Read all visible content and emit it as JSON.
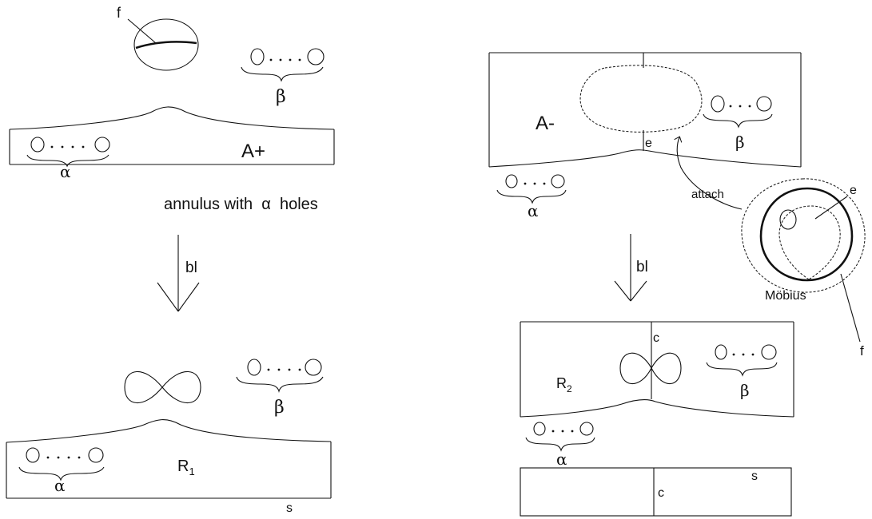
{
  "labels": {
    "f_top": "f",
    "beta": "β",
    "alpha": "α",
    "A_plus": "A+",
    "annulus_caption": "annulus with  α  holes",
    "bl": "bl",
    "R1_base": "R",
    "R1_sub": "1",
    "s": "s",
    "A_minus": "A-",
    "e": "e",
    "attach": "attach",
    "mobius": "Möbius",
    "f": "f",
    "c": "c",
    "R2_base": "R",
    "R2_sub": "2"
  }
}
